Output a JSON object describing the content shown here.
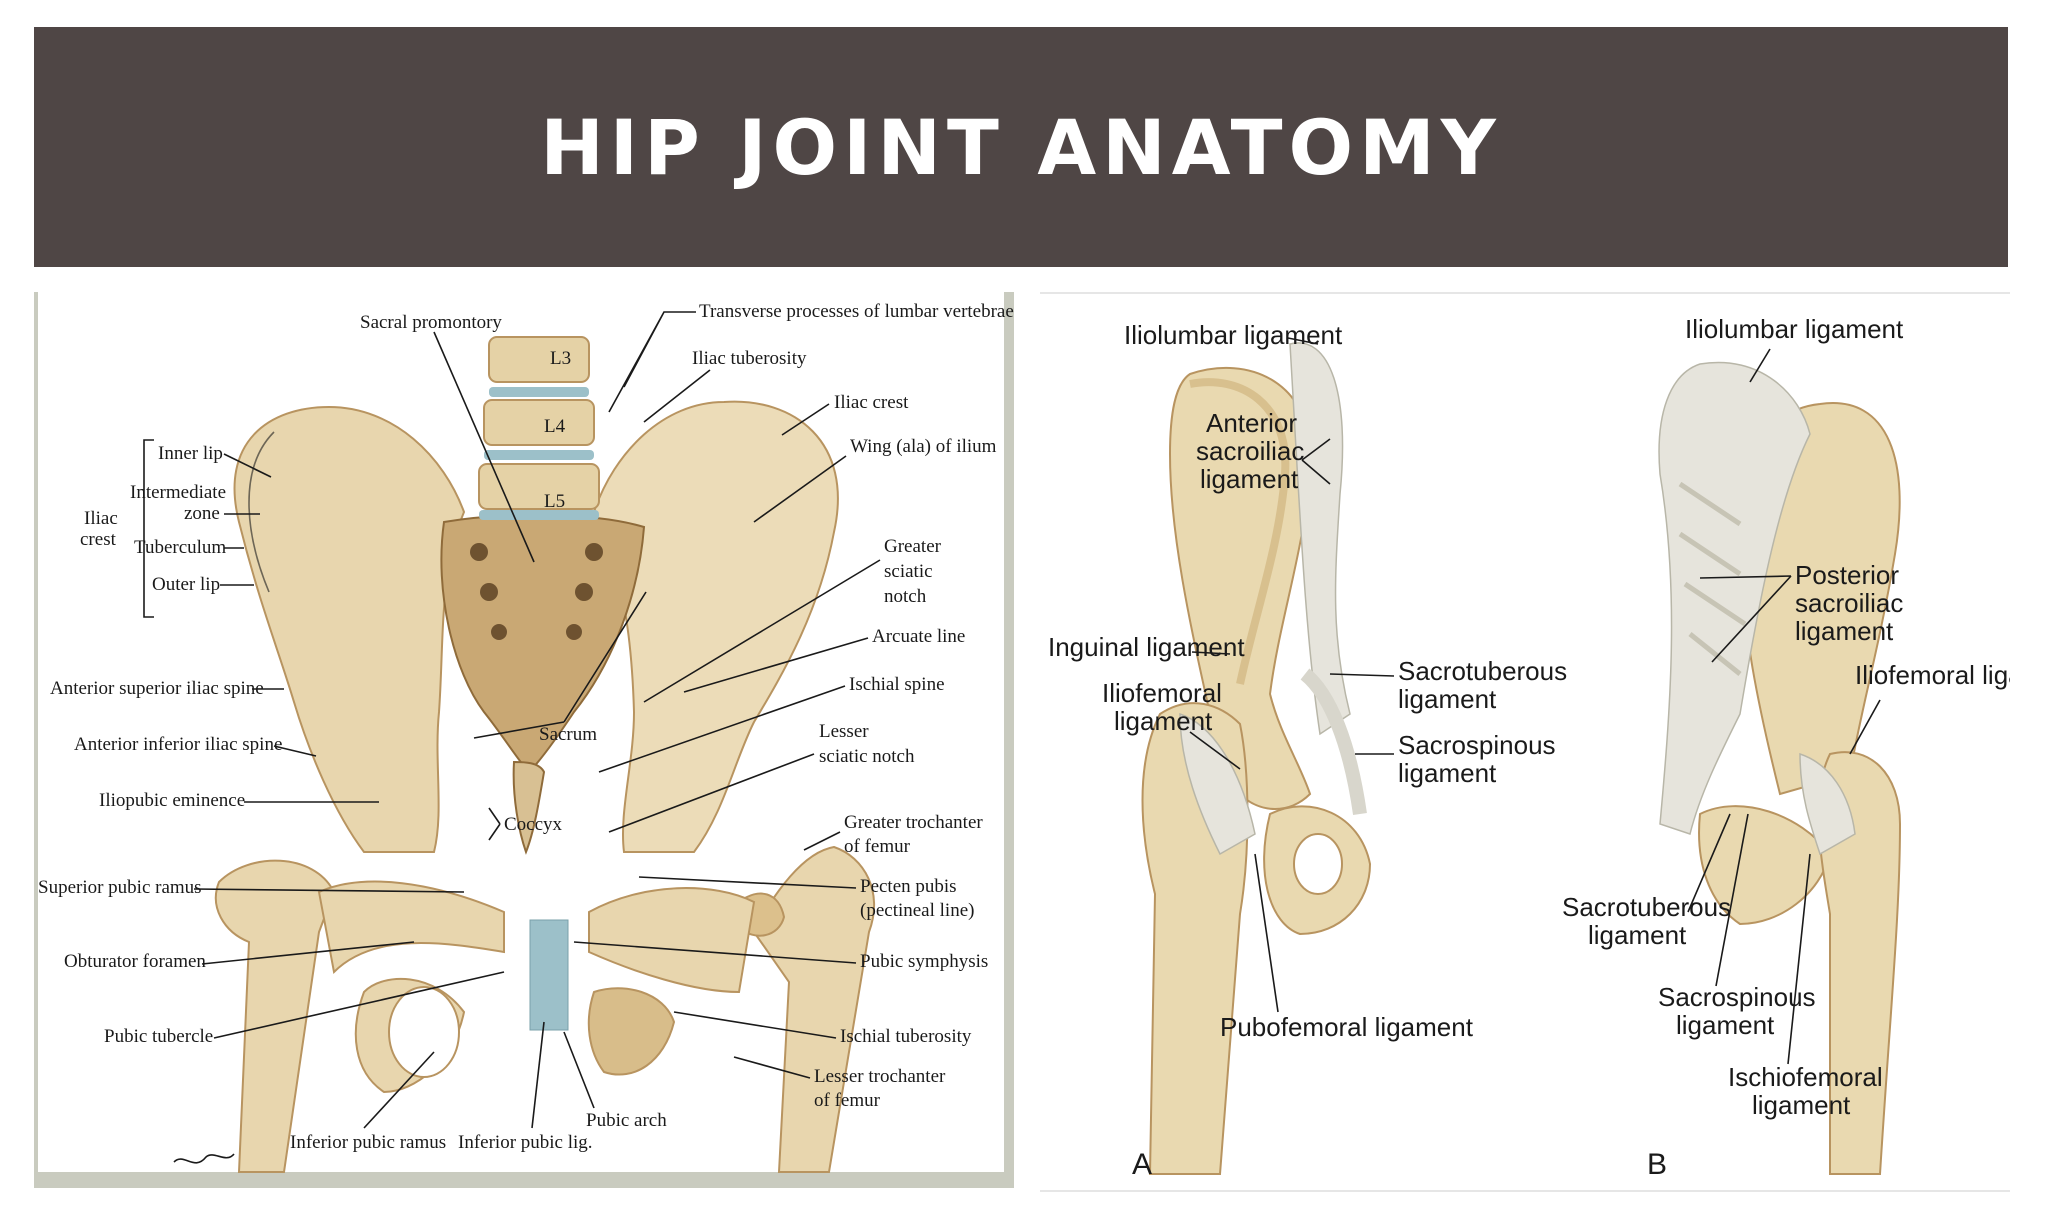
{
  "slide": {
    "title": "HIP JOINT ANATOMY"
  },
  "left_diagram": {
    "bracket_label": [
      "Iliac",
      "crest"
    ],
    "vertebrae": [
      "L3",
      "L4",
      "L5"
    ],
    "labels": {
      "sacral_promontory": "Sacral promontory",
      "transverse_processes": "Transverse processes of lumbar vertebrae",
      "iliac_tuberosity": "Iliac tuberosity",
      "iliac_crest": "Iliac crest",
      "inner_lip": "Inner lip",
      "intermediate_zone_1": "Intermediate",
      "intermediate_zone_2": "zone",
      "tuberculum": "Tuberculum",
      "outer_lip": "Outer lip",
      "wing_of_ilium": "Wing (ala) of ilium",
      "greater_sciatic_notch_1": "Greater",
      "greater_sciatic_notch_2": "sciatic",
      "greater_sciatic_notch_3": "notch",
      "arcuate_line": "Arcuate line",
      "ischial_spine": "Ischial spine",
      "lesser_sciatic_notch_1": "Lesser",
      "lesser_sciatic_notch_2": "sciatic notch",
      "asis": "Anterior superior iliac spine",
      "aiis": "Anterior inferior iliac spine",
      "sacrum": "Sacrum",
      "iliopubic_eminence": "Iliopubic eminence",
      "coccyx": "Coccyx",
      "greater_trochanter_1": "Greater trochanter",
      "greater_trochanter_2": "of femur",
      "superior_pubic_ramus": "Superior pubic ramus",
      "pecten_pubis_1": "Pecten pubis",
      "pecten_pubis_2": "(pectineal line)",
      "obturator_foramen": "Obturator foramen",
      "pubic_symphysis": "Pubic symphysis",
      "ischial_tuberosity": "Ischial tuberosity",
      "pubic_tubercle": "Pubic tubercle",
      "lesser_trochanter_1": "Lesser trochanter",
      "lesser_trochanter_2": "of femur",
      "pubic_arch": "Pubic arch",
      "inferior_pubic_ramus": "Inferior pubic ramus",
      "inferior_pubic_lig": "Inferior pubic lig."
    }
  },
  "right_diagram": {
    "view_a": "A",
    "view_b": "B",
    "labels_a": {
      "iliolumbar": "Iliolumbar ligament",
      "anterior_si_1": "Anterior",
      "anterior_si_2": "sacroiliac",
      "anterior_si_3": "ligament",
      "inguinal": "Inguinal ligament",
      "iliofemoral_1": "Iliofemoral",
      "iliofemoral_2": "ligament",
      "sacrotuberous_1": "Sacrotuberous",
      "sacrotuberous_2": "ligament",
      "sacrospinous_1": "Sacrospinous",
      "sacrospinous_2": "ligament",
      "pubofemoral": "Pubofemoral ligament"
    },
    "labels_b": {
      "iliolumbar": "Iliolumbar ligament",
      "posterior_si_1": "Posterior",
      "posterior_si_2": "sacroiliac",
      "posterior_si_3": "ligament",
      "iliofemoral": "Iliofemoral ligament",
      "sacrotuberous_1": "Sacrotuberous",
      "sacrotuberous_2": "ligament",
      "sacrospinous_1": "Sacrospinous",
      "sacrospinous_2": "ligament",
      "ischiofemoral_1": "Ischiofemoral",
      "ischiofemoral_2": "ligament"
    }
  },
  "colors": {
    "title_bar": "#4f4645",
    "bone": "#e8d6ae",
    "bone_shadow": "#c9a874",
    "cartilage": "#9cc0c9",
    "ligament": "#e6e4dc"
  }
}
